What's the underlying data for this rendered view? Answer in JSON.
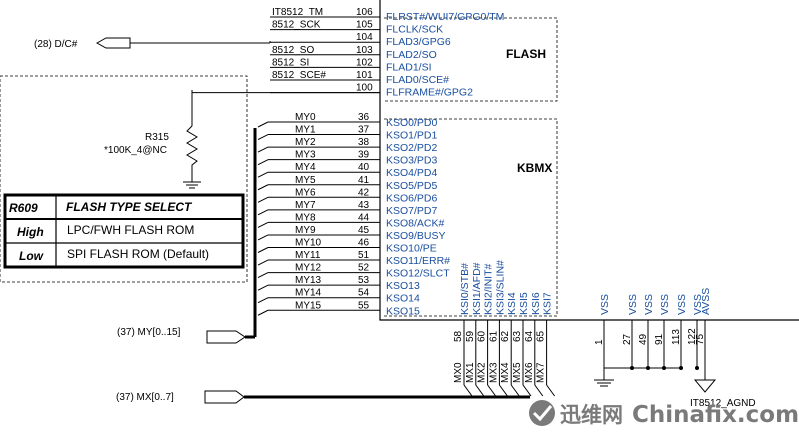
{
  "flash_pins": [
    {
      "net": "IT8512_TM",
      "num": "106",
      "name": "FLRST#/WUI7/GPG0/TM"
    },
    {
      "net": "8512_SCK",
      "num": "105",
      "name": "FLCLK/SCK"
    },
    {
      "net": "",
      "num": "104",
      "name": "FLAD3/GPG6"
    },
    {
      "net": "8512_SO",
      "num": "103",
      "name": "FLAD2/SO"
    },
    {
      "net": "8512_SI",
      "num": "102",
      "name": "FLAD1/SI"
    },
    {
      "net": "8512_SCE#",
      "num": "101",
      "name": "FLAD0/SCE#"
    },
    {
      "net": "",
      "num": "100",
      "name": "FLFRAME#/GPG2"
    }
  ],
  "kso_pins": [
    {
      "net": "MY0",
      "num": "36",
      "name": "KSO0/PD0"
    },
    {
      "net": "MY1",
      "num": "37",
      "name": "KSO1/PD1"
    },
    {
      "net": "MY2",
      "num": "38",
      "name": "KSO2/PD2"
    },
    {
      "net": "MY3",
      "num": "39",
      "name": "KSO3/PD3"
    },
    {
      "net": "MY4",
      "num": "40",
      "name": "KSO4/PD4"
    },
    {
      "net": "MY5",
      "num": "41",
      "name": "KSO5/PD5"
    },
    {
      "net": "MY6",
      "num": "42",
      "name": "KSO6/PD6"
    },
    {
      "net": "MY7",
      "num": "43",
      "name": "KSO7/PD7"
    },
    {
      "net": "MY8",
      "num": "44",
      "name": "KSO8/ACK#"
    },
    {
      "net": "MY9",
      "num": "45",
      "name": "KSO9/BUSY"
    },
    {
      "net": "MY10",
      "num": "46",
      "name": "KSO10/PE"
    },
    {
      "net": "MY11",
      "num": "51",
      "name": "KSO11/ERR#"
    },
    {
      "net": "MY12",
      "num": "52",
      "name": "KSO12/SLCT"
    },
    {
      "net": "MY13",
      "num": "53",
      "name": "KSO13"
    },
    {
      "net": "MY14",
      "num": "54",
      "name": "KSO14"
    },
    {
      "net": "MY15",
      "num": "55",
      "name": "KSO15"
    }
  ],
  "ksi_pins": [
    {
      "name": "KSI0/STB#",
      "num": "58",
      "net": "MX0"
    },
    {
      "name": "KSI1/AFD#",
      "num": "59",
      "net": "MX1"
    },
    {
      "name": "KSI2/INIT#",
      "num": "60",
      "net": "MX2"
    },
    {
      "name": "KSI3/SLIN#",
      "num": "61",
      "net": "MX3"
    },
    {
      "name": "KSI4",
      "num": "62",
      "net": "MX4"
    },
    {
      "name": "KSI5",
      "num": "63",
      "net": "MX5"
    },
    {
      "name": "KSI6",
      "num": "64",
      "net": "MX6"
    },
    {
      "name": "KSI7",
      "num": "65",
      "net": "MX7"
    }
  ],
  "power_pins": [
    {
      "name": "VSS",
      "num": "1"
    },
    {
      "name": "VSS",
      "num": "27"
    },
    {
      "name": "VSS",
      "num": "49"
    },
    {
      "name": "VSS",
      "num": "91"
    },
    {
      "name": "VSS",
      "num": "113"
    },
    {
      "name": "VSS",
      "num": "122"
    },
    {
      "name": "AVSS",
      "num": "75"
    }
  ],
  "section_labels": {
    "flash": "FLASH",
    "kbmx": "KBMX"
  },
  "nets": {
    "dc": "(28)  D/C#",
    "my_bus": "(37)  MY[0..15]",
    "mx_bus": "(37)  MX[0..7]",
    "agnd": "IT8512_AGND"
  },
  "resistor": {
    "ref": "R315",
    "value": "*100K_4@NC"
  },
  "flash_table": {
    "ref": "R609",
    "title": "FLASH TYPE SELECT",
    "rows": [
      {
        "level": "High",
        "desc": "LPC/FWH FLASH ROM"
      },
      {
        "level": "Low",
        "desc": "SPI FLASH ROM (Default)"
      }
    ]
  },
  "watermark": {
    "cn": "迅维网",
    "en": "Chinafix.com"
  },
  "colors": {
    "pin_text": "#1a4fa0",
    "line": "#000000",
    "watermark": "#7a7a7a"
  }
}
